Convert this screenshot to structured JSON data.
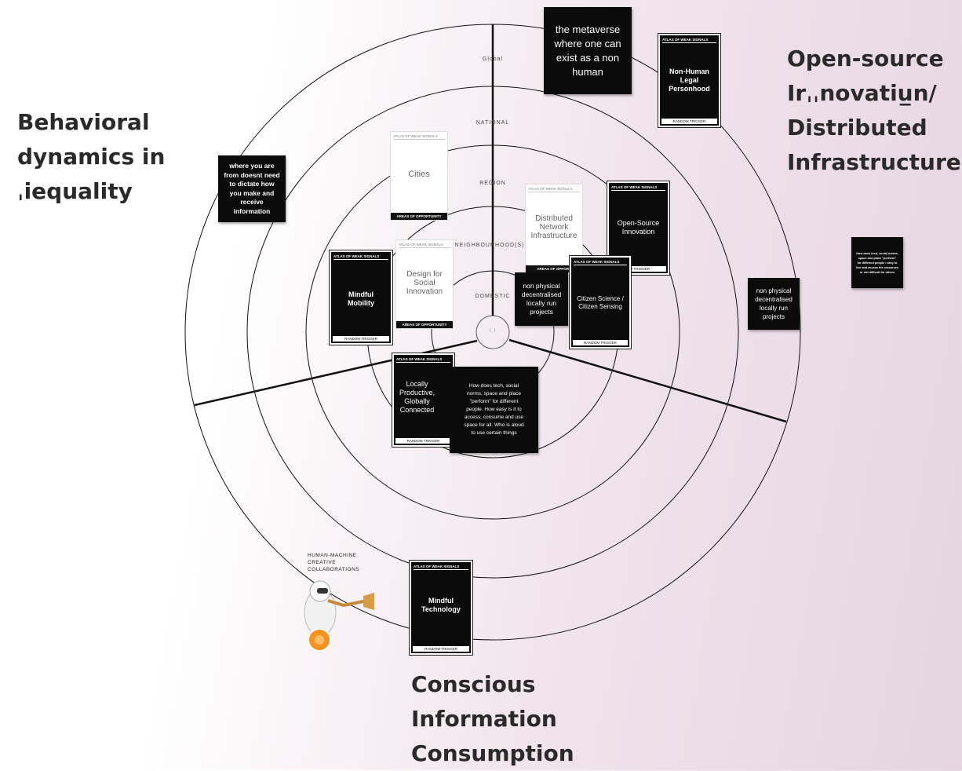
{
  "clusters": {
    "behavioral": "Behavioral\ndynamics in\nˌiequality",
    "open_source": "Open-source\nIrˌˌnovatiu̲n/\nDistributed\nInfrastructure",
    "conscious": "Conscious\nInformation\nConsumption"
  },
  "rings": {
    "global": "Global",
    "national": "NATIONAL",
    "region": "REGION",
    "neighbourhood": "NEIGHBOURHOOD(S)",
    "domestic": "DOMESTIC",
    "center": "I I"
  },
  "cards": {
    "header_signals": "ATLAS OF WEAK SIGNALS",
    "footer_random": "RANDOM TRIGGER",
    "footer_areas": "AREAS OF OPPORTUNITY",
    "footer_areas_cut": "AREAS OF OPPORT",
    "footer_random_cut": "OM TRIGGER",
    "non_human": "Non-Human\nLegal\nPersonhood",
    "cities": "Cities",
    "distributed": "Distributed\nNetwork\nInfrastructure",
    "open_source": "Open-Source\nInnovation",
    "mindful_mobility": "Mindful\nMobility",
    "design_social": "Design for\nSocial\nInnovation",
    "citizen_science": "Citizen Science /\nCitizen Sensing",
    "locally_productive": "Locally\nProductive,\nGlobally\nConnected",
    "mindful_technology": "Mindful\nTechnology"
  },
  "stickies": {
    "metaverse": "the metaverse\nwhere one can\nexist as a non\nhuman",
    "where_from": "where you are\nfrom doesnt need\nto dictate how\nyou make and\nreceive\ninformation",
    "non_physical_center": "non physical\ndecentralised\nlocally run\nprojects",
    "non_physical_right": "non physical\ndecentralised\nlocally run\nprojects",
    "how_does": "How does tech, social\nnorms, space and place\n\"perform\" for different\npeople. How easy is it to\naccess, consume and use\nspace for all. Who is aloud\nto use certain things",
    "how_does_small": "How does tech, social norms, space and place \"perform\" for different people / easy to live and access the resources or not difficult for others"
  },
  "robot": {
    "label": "HUMAN-MACHINE\nCREATIVE\nCOLLABORATIONS"
  }
}
